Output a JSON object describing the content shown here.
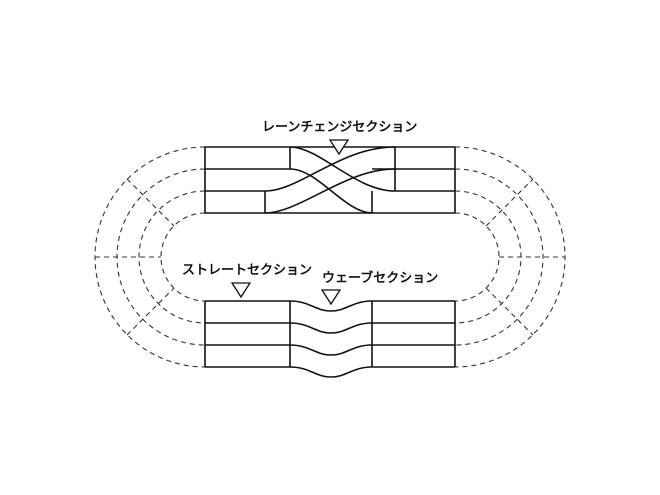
{
  "labels": {
    "lane_change": "レーンチェンジセクション",
    "straight": "ストレートセクション",
    "wave": "ウェーブセクション"
  },
  "colors": {
    "line": "#111111",
    "background": "#ffffff"
  }
}
